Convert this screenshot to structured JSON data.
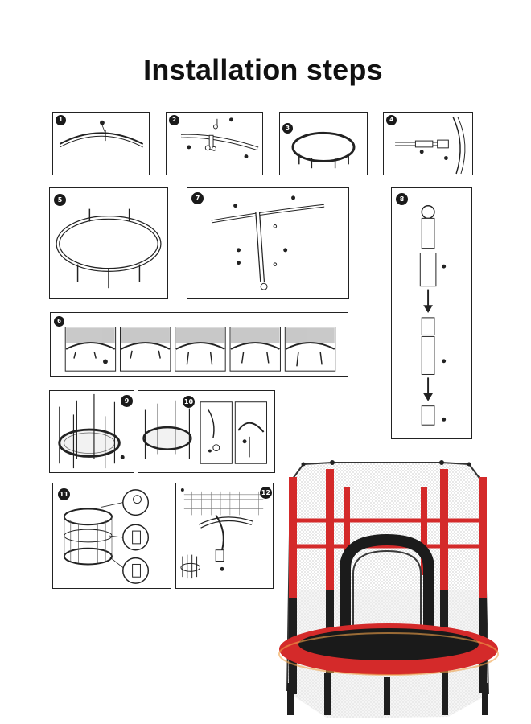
{
  "page": {
    "title": "Installation steps"
  },
  "steps": [
    {
      "number": "1"
    },
    {
      "number": "2"
    },
    {
      "number": "3"
    },
    {
      "number": "4"
    },
    {
      "number": "5"
    },
    {
      "number": "7"
    },
    {
      "number": "8"
    },
    {
      "number": "6"
    },
    {
      "number": "9"
    },
    {
      "number": "10"
    },
    {
      "number": "11"
    },
    {
      "number": "12"
    }
  ],
  "colors": {
    "line": "#222222",
    "frame_red": "#d42a2a",
    "mat_black": "#1a1a1a",
    "net_gray": "#8a8a8a"
  }
}
